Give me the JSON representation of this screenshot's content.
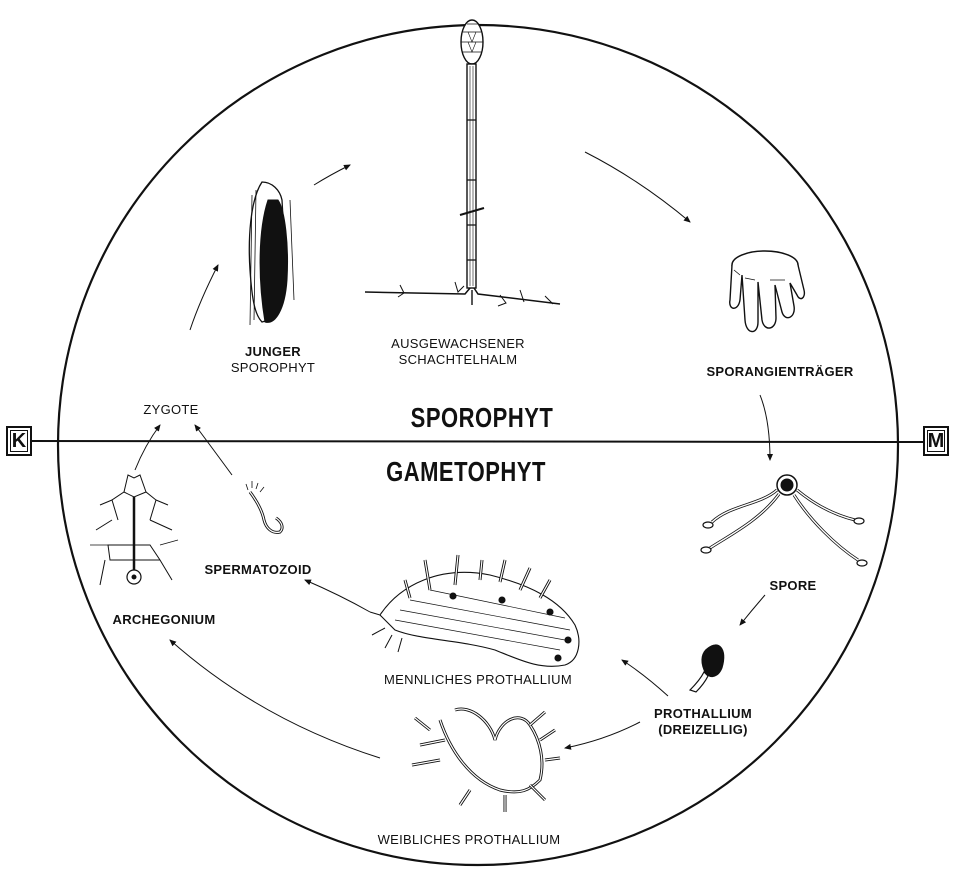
{
  "phases": {
    "sporophyte": "SPOROPHYT",
    "gametophyte": "GAMETOPHYT"
  },
  "markers": {
    "left": "K",
    "right": "M"
  },
  "stages": {
    "young_sporophyte": [
      "JUNGER",
      "SPOROPHYT"
    ],
    "adult_horsetail": [
      "AUSGEWACHSENER",
      "SCHACHTELHALM"
    ],
    "sporangiophore": "SPORANGIENTRÄGER",
    "spore": "SPORE",
    "prothallium_three_celled": [
      "PROTHALLIUM",
      "(DREIZELLIG)"
    ],
    "male_prothallium": "MENNLICHES  PROTHALLIUM",
    "female_prothallium": "WEIBLICHES PROTHALLIUM",
    "spermatozoid": "SPERMATOZOID",
    "archegonium": "ARCHEGONIUM",
    "zygote": "ZYGOTE"
  }
}
